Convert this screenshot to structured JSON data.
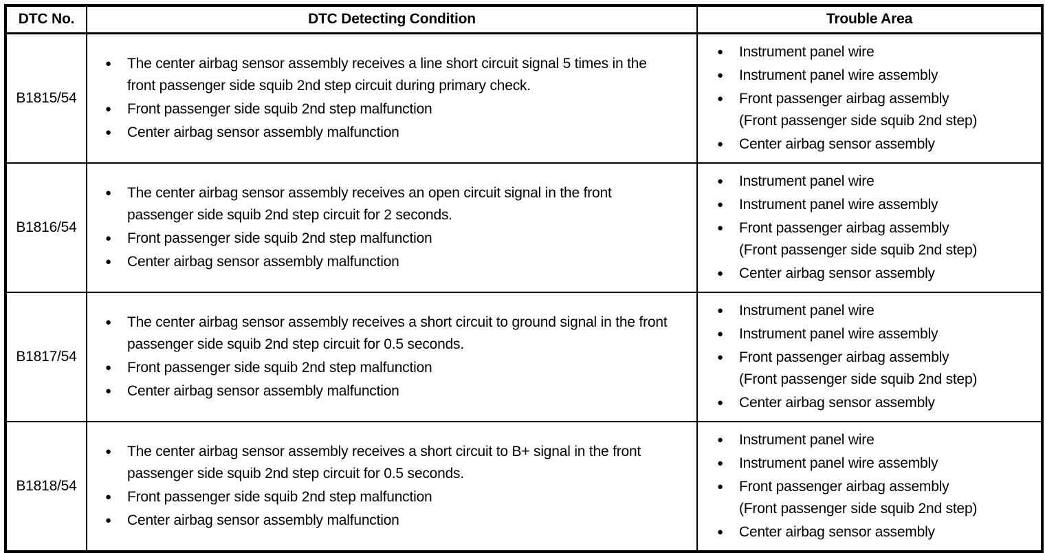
{
  "colors": {
    "border": "#000000",
    "text": "#000000",
    "background": "#ffffff"
  },
  "icons": {
    "bullet": "●"
  },
  "table": {
    "headers": [
      "DTC No.",
      "DTC Detecting Condition",
      "Trouble Area"
    ],
    "rows": [
      {
        "dtc": "B1815/54",
        "conditions": [
          "The center airbag sensor assembly receives a line short circuit signal 5 times in the front passenger side squib 2nd step circuit during primary check.",
          "Front passenger side squib 2nd step malfunction",
          "Center airbag sensor assembly malfunction"
        ],
        "trouble_areas": [
          {
            "text": "Instrument panel wire"
          },
          {
            "text": "Instrument panel wire assembly"
          },
          {
            "text": "Front passenger airbag assembly",
            "sub": "(Front passenger side squib 2nd step)"
          },
          {
            "text": "Center airbag sensor assembly"
          }
        ]
      },
      {
        "dtc": "B1816/54",
        "conditions": [
          "The center airbag sensor assembly receives an open circuit signal in the front passenger side squib 2nd step circuit for 2 seconds.",
          "Front passenger side squib 2nd step malfunction",
          "Center airbag sensor assembly malfunction"
        ],
        "trouble_areas": [
          {
            "text": "Instrument panel wire"
          },
          {
            "text": "Instrument panel wire assembly"
          },
          {
            "text": "Front passenger airbag assembly",
            "sub": "(Front passenger side squib 2nd step)"
          },
          {
            "text": "Center airbag sensor assembly"
          }
        ]
      },
      {
        "dtc": "B1817/54",
        "conditions": [
          "The center airbag sensor assembly receives a short circuit to ground signal in the front passenger side squib 2nd step circuit for 0.5 seconds.",
          "Front passenger side squib 2nd step malfunction",
          "Center airbag sensor assembly malfunction"
        ],
        "trouble_areas": [
          {
            "text": "Instrument panel wire"
          },
          {
            "text": "Instrument panel wire assembly"
          },
          {
            "text": "Front passenger airbag assembly",
            "sub": "(Front passenger side squib 2nd step)"
          },
          {
            "text": "Center airbag sensor assembly"
          }
        ]
      },
      {
        "dtc": "B1818/54",
        "conditions": [
          "The center airbag sensor assembly receives a short circuit to B+ signal in the front passenger side squib 2nd step circuit for 0.5 seconds.",
          "Front passenger side squib 2nd step malfunction",
          "Center airbag sensor assembly malfunction"
        ],
        "trouble_areas": [
          {
            "text": "Instrument panel wire"
          },
          {
            "text": "Instrument panel wire assembly"
          },
          {
            "text": "Front passenger airbag assembly",
            "sub": "(Front passenger side squib 2nd step)"
          },
          {
            "text": "Center airbag sensor assembly"
          }
        ]
      }
    ]
  }
}
